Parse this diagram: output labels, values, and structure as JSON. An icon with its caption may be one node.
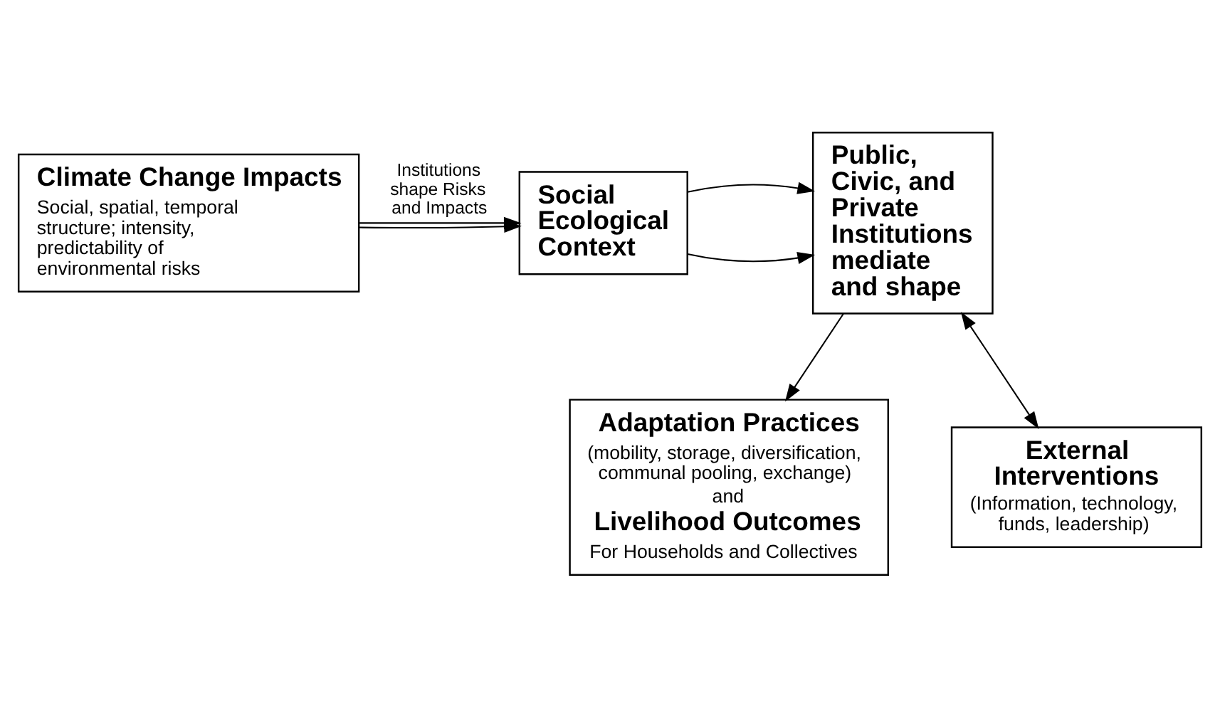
{
  "diagram": {
    "nodes": [
      {
        "text": [
          "Climate Change Impacts",
          "Social, spatial, temporal structure; intensity, predictability of environmental risks"
        ]
      },
      {
        "text": [
          "Social Ecological Context"
        ]
      },
      {
        "text": [
          "Public, Civic, and Private Institutions mediate and shape"
        ]
      },
      {
        "text": [
          "Adaptation Practices",
          "(mobility, storage, diversification, communal pooling, exchange)",
          "and",
          "Livelihood Outcomes",
          "For Households and Collectives"
        ]
      },
      {
        "text": [
          "External Interventions",
          "(Information, technology, funds, leadership)"
        ]
      }
    ],
    "edges": [
      {
        "from": 0,
        "to": 1,
        "arrow": "to",
        "label": "Institutions shape Risks and Impacts"
      },
      {
        "from": 0,
        "to": 1,
        "arrow": "to"
      },
      {
        "from": 1,
        "to": 2,
        "arrow": "to"
      },
      {
        "from": 1,
        "to": 2,
        "arrow": "to"
      },
      {
        "from": 2,
        "to": 3,
        "arrow": "to"
      },
      {
        "from": 2,
        "to": 4,
        "arrow": "both"
      }
    ]
  }
}
